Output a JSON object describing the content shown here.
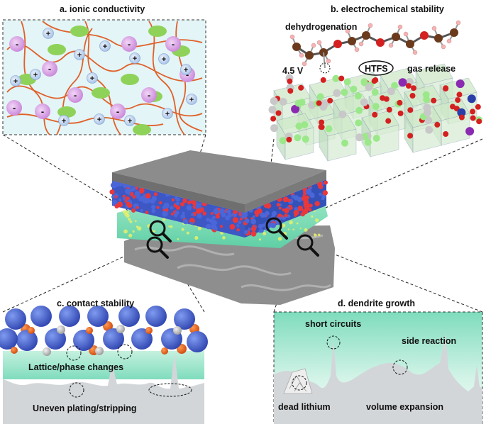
{
  "panels": {
    "a": {
      "title": "a. ionic conductivity"
    },
    "b": {
      "title": "b. electrochemical stability",
      "dehydrogenation": "dehydrogenation",
      "voltage": "4.5 V",
      "htfs": "HTFS",
      "gas_release": "gas release"
    },
    "c": {
      "title": "c. contact stability",
      "lattice": "Lattice/phase changes",
      "plating": "Uneven plating/stripping"
    },
    "d": {
      "title": "d. dendrite growth",
      "short_circuits": "short circuits",
      "side_reaction": "side reaction",
      "dead_lithium": "dead lithium",
      "volume_expansion": "volume expansion"
    }
  },
  "ion_symbols": {
    "cation": "+",
    "anion": "-"
  },
  "colors": {
    "panel_a_bg": "#e3f5f6",
    "polymer_chain": "#e0602a",
    "filler": "#8fd25a",
    "anion": "#d79be3",
    "cation": "#c9dcf3",
    "cathode_blue": "#3d57c4",
    "cathode_red": "#e8383c",
    "electrolyte": "#7fe0b8",
    "lithium_gray": "#9a9a9a",
    "collector_gray": "#8e8e8e"
  }
}
